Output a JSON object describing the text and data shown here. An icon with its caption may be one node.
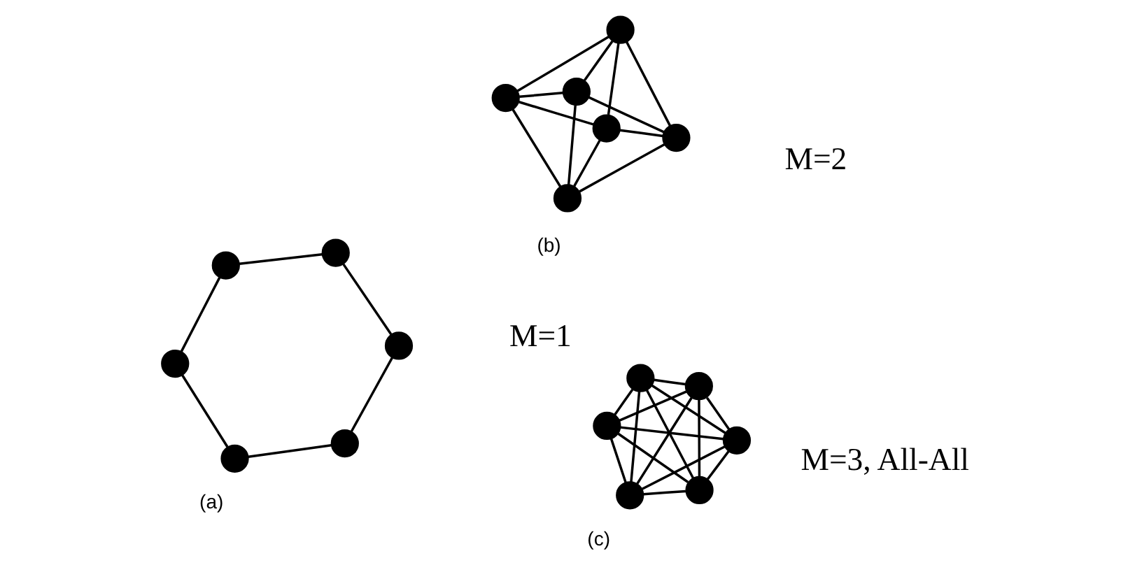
{
  "diagram": {
    "nodes": [
      {
        "text": [],
        "shape": "circle"
      },
      {
        "text": [],
        "shape": "circle"
      },
      {
        "text": [],
        "shape": "circle"
      },
      {
        "text": [],
        "shape": "circle"
      },
      {
        "text": [],
        "shape": "circle"
      },
      {
        "text": [],
        "shape": "circle"
      },
      {
        "text": [],
        "shape": "circle"
      },
      {
        "text": [],
        "shape": "circle"
      },
      {
        "text": [],
        "shape": "circle"
      },
      {
        "text": [],
        "shape": "circle"
      },
      {
        "text": [],
        "shape": "circle"
      },
      {
        "text": [],
        "shape": "circle"
      },
      {
        "text": [],
        "shape": "circle"
      },
      {
        "text": [],
        "shape": "circle"
      },
      {
        "text": [],
        "shape": "circle"
      },
      {
        "text": [],
        "shape": "circle"
      },
      {
        "text": [],
        "shape": "circle"
      },
      {
        "text": [],
        "shape": "circle"
      }
    ],
    "edges": [
      {
        "from": 0,
        "to": 1,
        "arrow": "none"
      },
      {
        "from": 0,
        "to": 2,
        "arrow": "none"
      },
      {
        "from": 1,
        "to": 3,
        "arrow": "none"
      },
      {
        "from": 2,
        "to": 4,
        "arrow": "none"
      },
      {
        "from": 3,
        "to": 5,
        "arrow": "none"
      },
      {
        "from": 4,
        "to": 5,
        "arrow": "none"
      },
      {
        "from": 6,
        "to": 7,
        "arrow": "none"
      },
      {
        "from": 6,
        "to": 8,
        "arrow": "none"
      },
      {
        "from": 7,
        "to": 9,
        "arrow": "none"
      },
      {
        "from": 8,
        "to": 10,
        "arrow": "none"
      },
      {
        "from": 9,
        "to": 11,
        "arrow": "none"
      },
      {
        "from": 10,
        "to": 11,
        "arrow": "none"
      },
      {
        "from": 6,
        "to": 9,
        "arrow": "none"
      },
      {
        "from": 6,
        "to": 10,
        "arrow": "none"
      },
      {
        "from": 7,
        "to": 8,
        "arrow": "none"
      },
      {
        "from": 9,
        "to": 10,
        "arrow": "none"
      },
      {
        "from": 7,
        "to": 11,
        "arrow": "none"
      },
      {
        "from": 8,
        "to": 11,
        "arrow": "none"
      },
      {
        "from": 12,
        "to": 13,
        "arrow": "none"
      },
      {
        "from": 12,
        "to": 14,
        "arrow": "none"
      },
      {
        "from": 13,
        "to": 15,
        "arrow": "none"
      },
      {
        "from": 14,
        "to": 16,
        "arrow": "none"
      },
      {
        "from": 15,
        "to": 17,
        "arrow": "none"
      },
      {
        "from": 16,
        "to": 17,
        "arrow": "none"
      },
      {
        "from": 12,
        "to": 15,
        "arrow": "none"
      },
      {
        "from": 12,
        "to": 16,
        "arrow": "none"
      },
      {
        "from": 13,
        "to": 14,
        "arrow": "none"
      },
      {
        "from": 15,
        "to": 16,
        "arrow": "none"
      },
      {
        "from": 13,
        "to": 17,
        "arrow": "none"
      },
      {
        "from": 14,
        "to": 17,
        "arrow": "none"
      },
      {
        "from": 12,
        "to": 17,
        "arrow": "none"
      },
      {
        "from": 13,
        "to": 16,
        "arrow": "none"
      },
      {
        "from": 14,
        "to": 15,
        "arrow": "none"
      }
    ],
    "labels": [
      "(a)",
      "(b)",
      "(c)",
      "M=1",
      "M=2",
      "M=3, All-All"
    ]
  }
}
